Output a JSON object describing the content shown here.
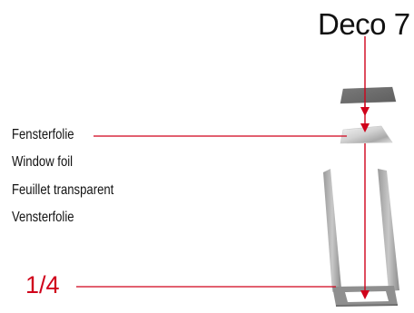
{
  "title": "Deco 7",
  "foil_labels": [
    "Fensterfolie",
    "Window foil",
    "Feuillet transparent",
    "Vensterfolie"
  ],
  "fraction_label": "1/4",
  "colors": {
    "accent": "#d0021b",
    "text": "#111111",
    "part_gray": "#8a8a8a"
  }
}
